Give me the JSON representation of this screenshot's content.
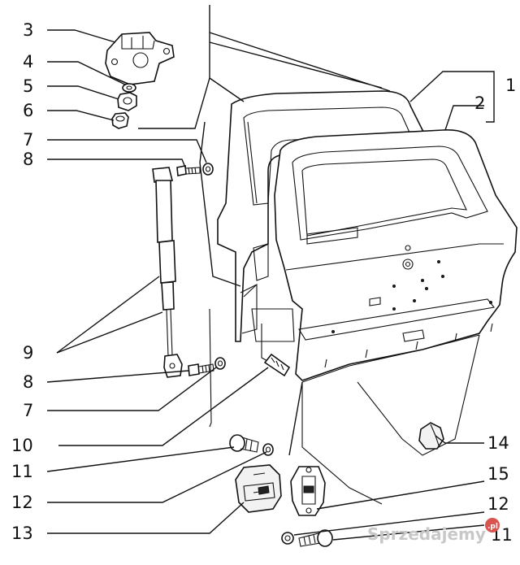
{
  "callouts": {
    "c1": "1",
    "c2": "2",
    "c3": "3",
    "c4": "4",
    "c5": "5",
    "c6": "6",
    "c7a": "7",
    "c8a": "8",
    "c9": "9",
    "c8b": "8",
    "c7b": "7",
    "c10": "10",
    "c11a": "11",
    "c12a": "12",
    "c13": "13",
    "c14": "14",
    "c15": "15",
    "c12b": "12",
    "c11b": "11"
  },
  "watermark": {
    "text": "Sprzedajemy",
    "suffix": ".pl"
  }
}
